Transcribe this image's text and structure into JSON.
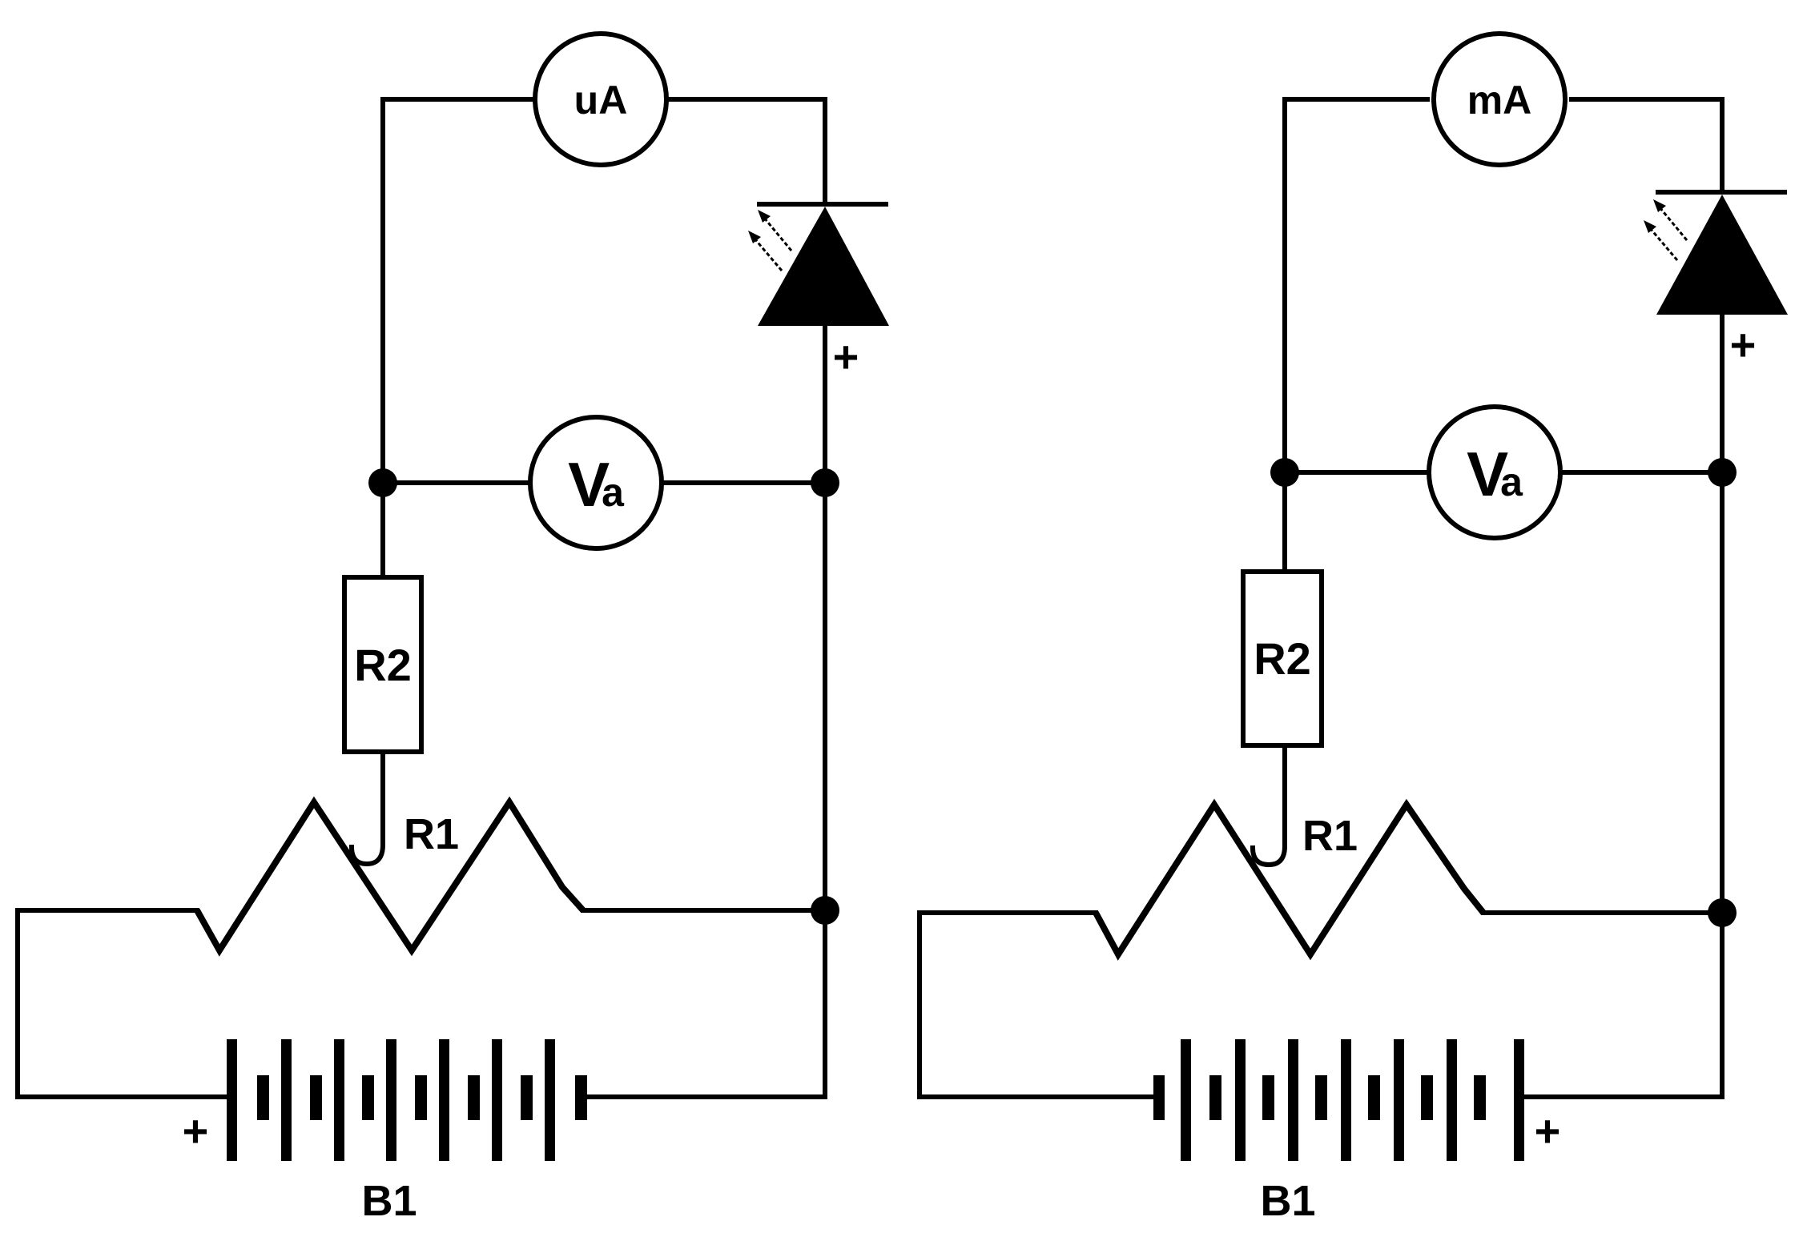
{
  "circuits": [
    {
      "ammeter_label": "uA",
      "voltmeter_label_main": "V",
      "voltmeter_label_sub": "a",
      "resistor_label": "R2",
      "potentiometer_label": "R1",
      "battery_label": "B1",
      "battery_plus": "+",
      "diode_plus": "+"
    },
    {
      "ammeter_label": "mA",
      "voltmeter_label_main": "V",
      "voltmeter_label_sub": "a",
      "resistor_label": "R2",
      "potentiometer_label": "R1",
      "battery_label": "B1",
      "battery_plus": "+",
      "diode_plus": "+"
    }
  ]
}
